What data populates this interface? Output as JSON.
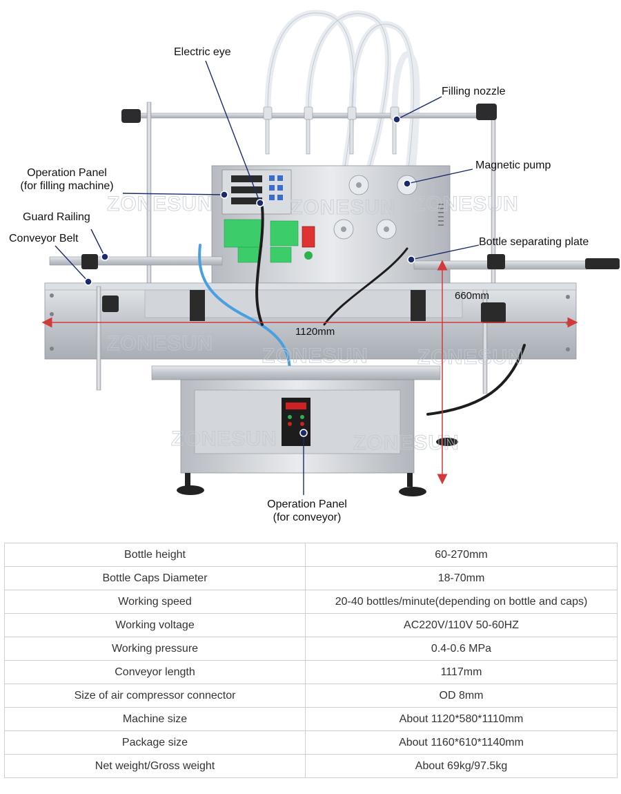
{
  "diagram": {
    "labels": {
      "electric_eye": "Electric eye",
      "filling_nozzle": "Filling nozzle",
      "op_panel_filling_l1": "Operation Panel",
      "op_panel_filling_l2": "(for filling machine)",
      "magnetic_pump": "Magnetic pump",
      "guard_railing": "Guard Railing",
      "conveyor_belt": "Conveyor Belt",
      "bottle_separating_plate": "Bottle separating plate",
      "op_panel_conveyor_l1": "Operation Panel",
      "op_panel_conveyor_l2": "(for conveyor)"
    },
    "dimensions": {
      "width": "1120mm",
      "height": "660mm"
    },
    "watermark": "ZONESUN",
    "colors": {
      "callout": "#1a2a6c",
      "dimension": "#d23a3a",
      "steel": "#c9ccd1"
    }
  },
  "specs": [
    {
      "key": "Bottle height",
      "value": "60-270mm"
    },
    {
      "key": "Bottle Caps Diameter",
      "value": "18-70mm"
    },
    {
      "key": "Working speed",
      "value": "20-40 bottles/minute(depending on bottle and caps)"
    },
    {
      "key": "Working voltage",
      "value": "AC220V/110V 50-60HZ"
    },
    {
      "key": "Working pressure",
      "value": "0.4-0.6 MPa"
    },
    {
      "key": "Conveyor length",
      "value": "1117mm"
    },
    {
      "key": "Size of air compressor connector",
      "value": "OD 8mm"
    },
    {
      "key": "Machine size",
      "value": "About 1120*580*1110mm"
    },
    {
      "key": "Package size",
      "value": "About 1160*610*1140mm"
    },
    {
      "key": "Net weight/Gross weight",
      "value": "About 69kg/97.5kg"
    }
  ]
}
